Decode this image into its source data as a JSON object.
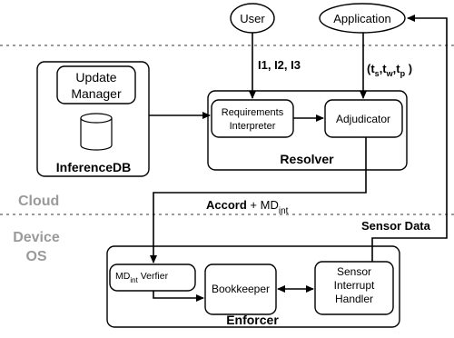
{
  "nodes": {
    "user": "User",
    "application": "Application",
    "update_manager_line1": "Update",
    "update_manager_line2": "Manager",
    "inferencedb": "InferenceDB",
    "requirements_line1": "Requirements",
    "requirements_line2": "Interpreter",
    "adjudicator": "Adjudicator",
    "resolver": "Resolver",
    "md_verifier_main": "MD",
    "md_verifier_sub": "int",
    "md_verifier_rest": " Verfier",
    "bookkeeper": "Bookkeeper",
    "sensor_line1": "Sensor",
    "sensor_line2": "Interrupt",
    "sensor_line3": "Handler",
    "enforcer": "Enforcer"
  },
  "edges": {
    "user_inputs": "I1, I2, I3",
    "timing_open": "(t",
    "timing_s": "s",
    "timing_sep1": ",t",
    "timing_w": "w",
    "timing_sep2": ",t",
    "timing_p": "p",
    "timing_close": " )",
    "accord": "Accord",
    "plus_md": " + MD",
    "accord_sub": "int",
    "sensor_data": "Sensor Data"
  },
  "regions": {
    "cloud": "Cloud",
    "device": "Device",
    "os": "OS"
  },
  "colors": {
    "stroke": "#000000",
    "divider": "#9a9a9a",
    "region_text": "#9a9a9a"
  }
}
